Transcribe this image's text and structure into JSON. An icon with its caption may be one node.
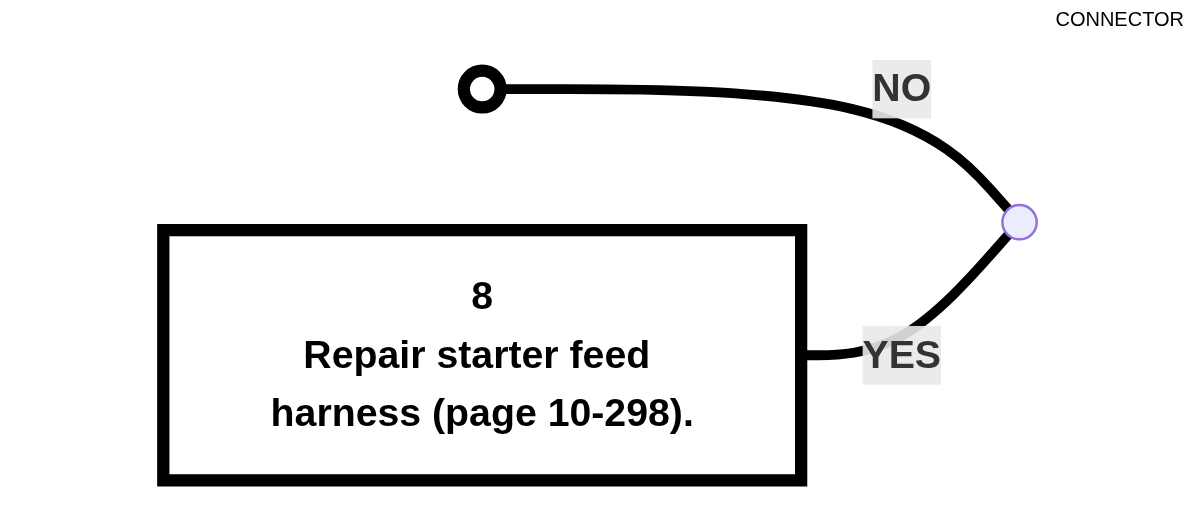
{
  "diagram": {
    "nodes": [
      {
        "text": [
          "8",
          "Repair starter feed harness (page 10-298)."
        ]
      },
      {
        "text": [],
        "shape": "circle"
      }
    ],
    "edges": [
      {
        "from": null,
        "to": 1,
        "label": "NO",
        "arrow": "none"
      },
      {
        "from": null,
        "to": 0,
        "label": "YES",
        "arrow": "none"
      }
    ],
    "labels": [
      "CONNECTOR"
    ]
  }
}
